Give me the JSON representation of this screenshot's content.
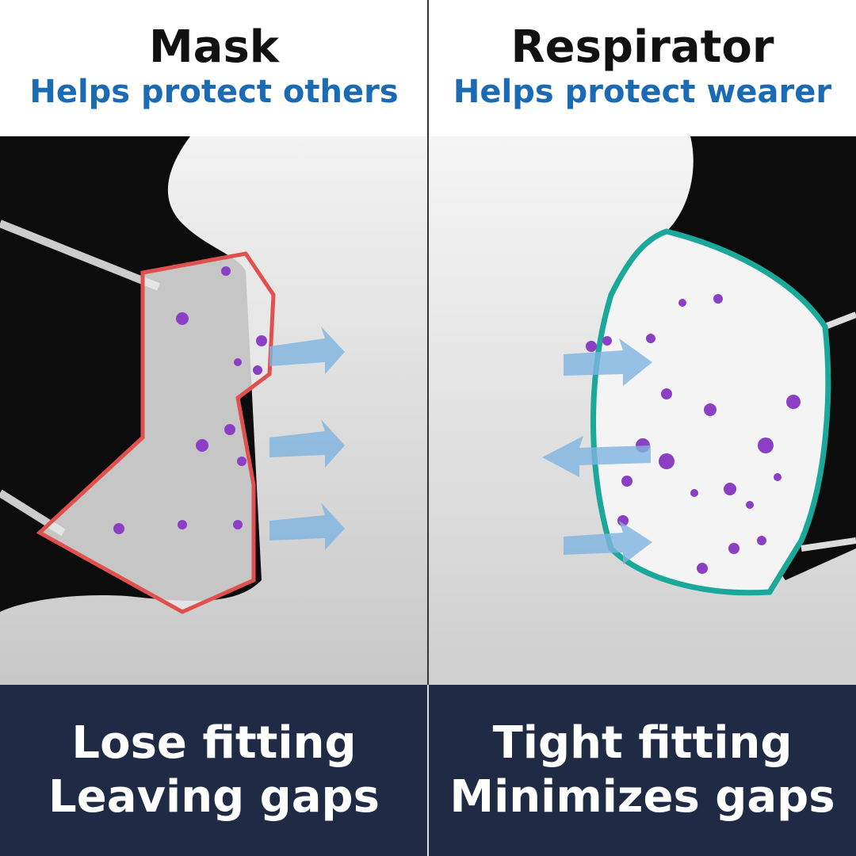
{
  "left": {
    "title": "Mask",
    "subtitle": "Helps protect others",
    "footer_line1": "Lose fitting",
    "footer_line2": "Leaving gaps"
  },
  "right": {
    "title": "Respirator",
    "subtitle": "Helps protect wearer",
    "footer_line1": "Tight fitting",
    "footer_line2": "Minimizes gaps"
  },
  "colors": {
    "subtitle": "#1a6ab4",
    "footer_bg": "#1f2a44",
    "mask_edge": "#e0504e",
    "respirator_edge": "#1aa89a",
    "particle": "#8a3fc4",
    "arrow": "#7fb4e0"
  }
}
